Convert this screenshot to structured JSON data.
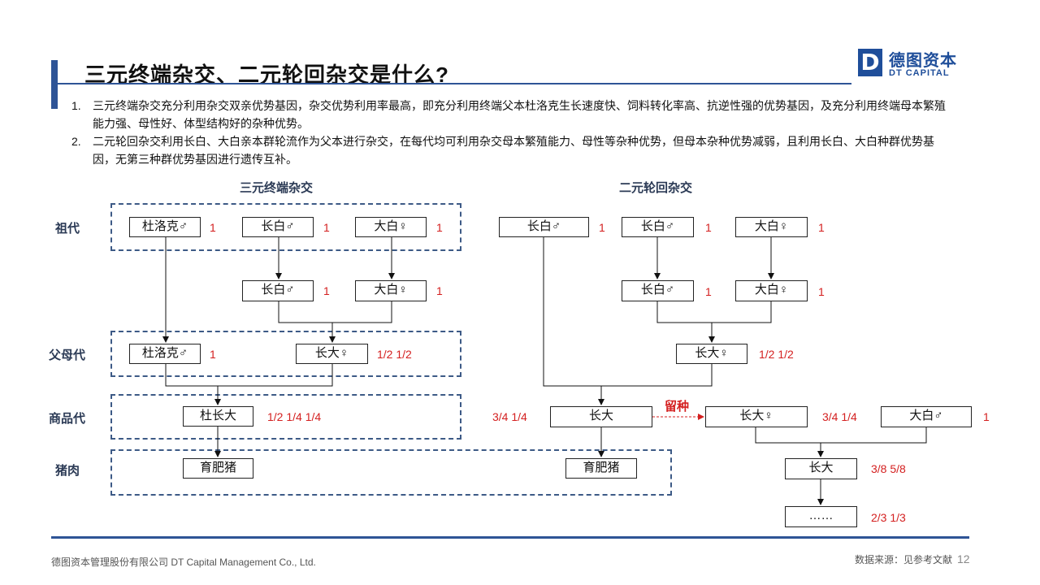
{
  "header": {
    "title": "三元终端杂交、二元轮回杂交是什么?",
    "logo": {
      "mark": "D",
      "name_cn": "德图资本",
      "name_en": "DT CAPITAL"
    }
  },
  "bullets": [
    {
      "num": "1.",
      "text": "三元终端杂交充分利用杂交双亲优势基因，杂交优势利用率最高，即充分利用终端父本杜洛克生长速度快、饲料转化率高、抗逆性强的优势基因，及充分利用终端母本繁殖能力强、母性好、体型结构好的杂种优势。"
    },
    {
      "num": "2.",
      "text": "二元轮回杂交利用长白、大白亲本群轮流作为父本进行杂交，在每代均可利用杂交母本繁殖能力、母性等杂种优势，但母本杂种优势减弱，且利用长白、大白种群优势基因，无第三种群优势基因进行遗传互补。"
    }
  ],
  "diagram": {
    "section_left": "三元终端杂交",
    "section_right": "二元轮回杂交",
    "generations": [
      "祖代",
      "父母代",
      "商品代",
      "猪肉"
    ],
    "left": {
      "gp_duroc": {
        "label": "杜洛克♂",
        "ratio": "1"
      },
      "gp_landrace": {
        "label": "长白♂",
        "ratio": "1"
      },
      "gp_yorkshire": {
        "label": "大白♀",
        "ratio": "1"
      },
      "gp2_landrace": {
        "label": "长白♂",
        "ratio": "1"
      },
      "gp2_yorkshire": {
        "label": "大白♀",
        "ratio": "1"
      },
      "p_duroc": {
        "label": "杜洛克♂",
        "ratio": "1"
      },
      "p_ly": {
        "label": "长大♀",
        "ratio": "1/2  1/2"
      },
      "c_dly": {
        "label": "杜长大",
        "ratio": "1/2  1/4  1/4"
      },
      "pork": {
        "label": "育肥猪"
      }
    },
    "right": {
      "gp_landrace_a": {
        "label": "长白♂",
        "ratio": "1"
      },
      "gp_landrace_b": {
        "label": "长白♂",
        "ratio": "1"
      },
      "gp_yorkshire": {
        "label": "大白♀",
        "ratio": "1"
      },
      "gp2_landrace": {
        "label": "长白♂",
        "ratio": "1"
      },
      "gp2_yorkshire": {
        "label": "大白♀",
        "ratio": "1"
      },
      "p_ly": {
        "label": "长大♀",
        "ratio": "1/2  1/2"
      },
      "c_ly": {
        "label": "长大",
        "ratio": "3/4  1/4"
      },
      "keep_label": "留种",
      "k_ly_female": {
        "label": "长大♀",
        "ratio": "3/4  1/4"
      },
      "k_yorkshire": {
        "label": "大白♂",
        "ratio": "1"
      },
      "n_ly": {
        "label": "长大",
        "ratio": "3/8  5/8"
      },
      "n_more": {
        "label": "……",
        "ratio": "2/3  1/3"
      },
      "pork": {
        "label": "育肥猪"
      }
    }
  },
  "footer": {
    "company": "德图资本管理股份有限公司  DT Capital Management  Co., Ltd.",
    "source": "数据来源：见参考文献",
    "page": "12"
  },
  "colors": {
    "accent": "#2e5496",
    "ratio_red": "#d42020",
    "dash_border": "#3d5a86"
  }
}
